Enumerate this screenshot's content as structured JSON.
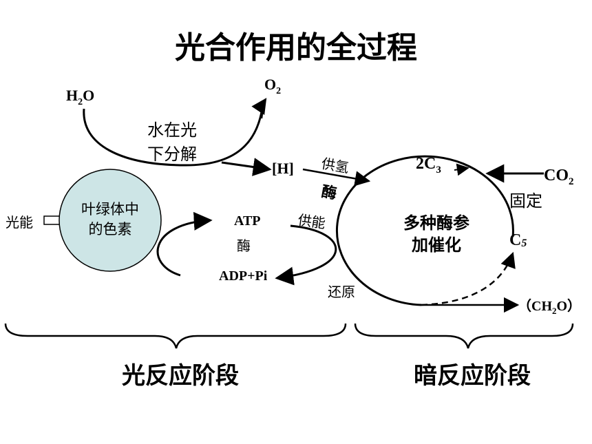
{
  "title": "光合作用的全过程",
  "light_reaction": {
    "h2o": {
      "main": "H",
      "sub": "2",
      "tail": "O"
    },
    "o2": {
      "main": "O",
      "sub": "2"
    },
    "water_split_line1": "水在光",
    "water_split_line2": "下分解",
    "h_label": "[H]",
    "light_energy": "光能",
    "pigment_line1": "叶绿体中",
    "pigment_line2": "的色素",
    "atp": "ATP",
    "enzyme": "酶",
    "adp_pi": "ADP+Pi"
  },
  "connections": {
    "supply_hydrogen": "供氢",
    "enzyme_bold": "酶",
    "supply_energy": "供能",
    "reduction": "还原"
  },
  "dark_reaction": {
    "c3": {
      "prefix": "2C",
      "sub": "3"
    },
    "co2": {
      "main": "CO",
      "sub": "2"
    },
    "fixation": "固定",
    "enzymes_line1": "多种酶参",
    "enzymes_line2": "加催化",
    "c5": {
      "main": "C",
      "sub": "5"
    },
    "ch2o": {
      "open": "（CH",
      "sub": "2",
      "close": "O）"
    }
  },
  "stages": {
    "light": "光反应阶段",
    "dark": "暗反应阶段"
  },
  "colors": {
    "line": "#000000",
    "pigment_fill": "#cde5e6",
    "arrow_fill": "#ffffff"
  }
}
